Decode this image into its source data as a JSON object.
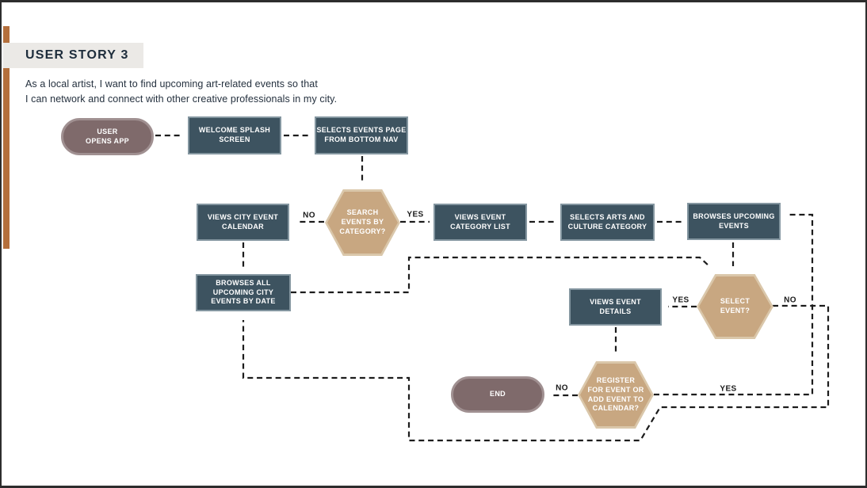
{
  "header": {
    "title": "USER STORY 3",
    "description_line1": "As a local artist, I want to find upcoming art-related events so that",
    "description_line2": "I can network and connect with other creative professionals in my city."
  },
  "colors": {
    "accent_bar": "#b46f3c",
    "title_bg": "#ebe9e6",
    "process_fill": "#3d5360",
    "process_border": "#8496a0",
    "decision_fill": "#c8a781",
    "decision_border": "#dac7aa",
    "terminator_fill": "#7f6a6b",
    "terminator_border": "#a09091",
    "connector": "#1c1c1c",
    "heading_text": "#1d2c3b",
    "node_text": "#ffffff"
  },
  "diagram": {
    "nodes": {
      "user_opens_app": "USER\nOPENS APP",
      "welcome_splash": "WELCOME SPLASH\nSCREEN",
      "selects_events_page": "SELECTS EVENTS PAGE\nFROM BOTTOM NAV",
      "search_events": "SEARCH\nEVENTS BY\nCATEGORY?",
      "views_city_calendar": "VIEWS CITY EVENT\nCALENDAR",
      "views_category_list": "VIEWS EVENT\nCATEGORY LIST",
      "selects_arts_culture": "SELECTS ARTS AND\nCULTURE CATEGORY",
      "browses_upcoming": "BROWSES UPCOMING\nEVENTS",
      "browses_all": "BROWSES ALL\nUPCOMING CITY\nEVENTS BY DATE",
      "select_event": "SELECT\nEVENT?",
      "views_event_details": "VIEWS EVENT\nDETAILS",
      "register_event": "REGISTER\nFOR EVENT OR\nADD EVENT TO\nCALENDAR?",
      "end": "END"
    },
    "edge_labels": {
      "search_no": "NO",
      "search_yes": "YES",
      "select_yes": "YES",
      "select_no": "NO",
      "register_no": "NO",
      "register_yes": "YES"
    }
  }
}
